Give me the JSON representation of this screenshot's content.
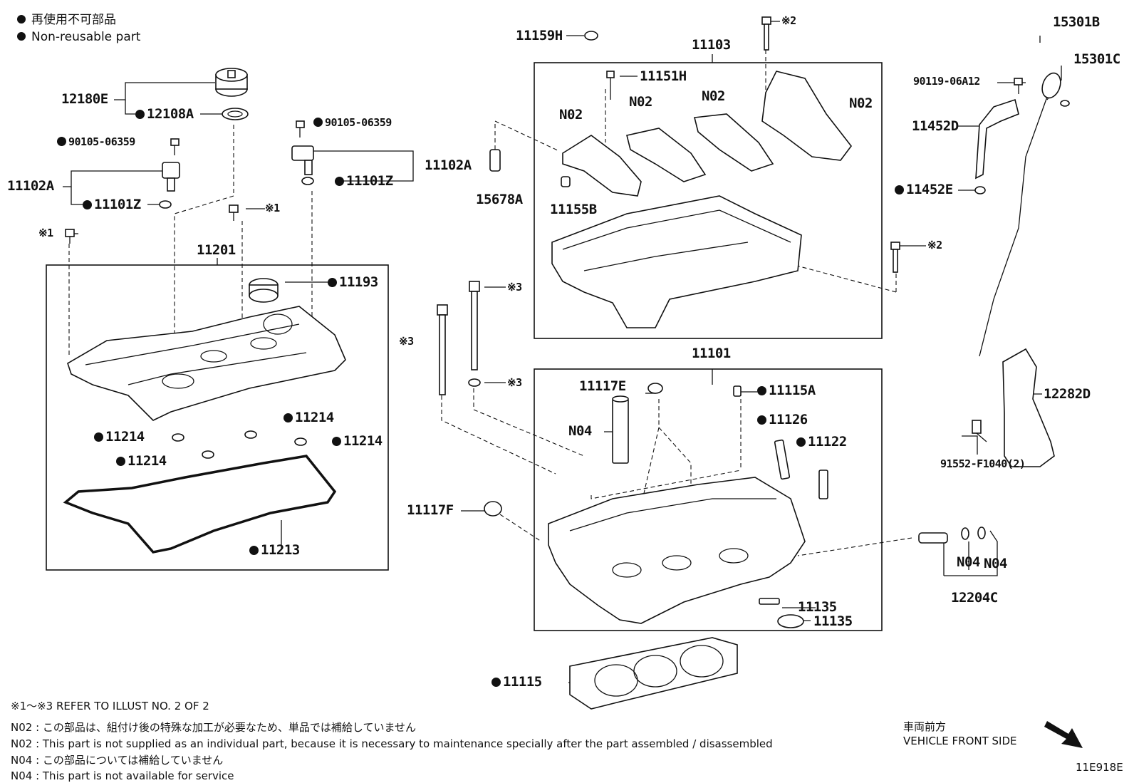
{
  "legend": {
    "jp": "再使用不可部品",
    "en": "Non-reusable part"
  },
  "labels": {
    "p12180E": "12180E",
    "p12108A": "12108A",
    "p90105a": "90105-06359",
    "p90105b": "90105-06359",
    "p11102A_left": "11102A",
    "p11102A_right": "11102A",
    "p11101Z_left": "11101Z",
    "p11101Z_right": "11101Z",
    "ref1_left": "※1",
    "ref1_mid": "※1",
    "p11201": "11201",
    "p11193": "11193",
    "p11214_a": "11214",
    "p11214_b": "11214",
    "p11214_c": "11214",
    "p11214_d": "11214",
    "p11213": "11213",
    "p11159H": "11159H",
    "p11151H": "11151H",
    "p11103": "11103",
    "ref2_top": "※2",
    "ref2_right": "※2",
    "n02_a": "N02",
    "n02_b": "N02",
    "n02_c": "N02",
    "n02_d": "N02",
    "p11155B": "11155B",
    "p15678A": "15678A",
    "ref3_a": "※3",
    "ref3_b": "※3",
    "ref3_c": "※3",
    "p11101": "11101",
    "p11117E": "11117E",
    "p11115A": "11115A",
    "n04_a": "N04",
    "p11126": "11126",
    "p11122": "11122",
    "p11117F": "11117F",
    "p11135_a": "11135",
    "p11135_b": "11135",
    "p11115": "11115",
    "p15301B": "15301B",
    "p15301C": "15301C",
    "p90119": "90119-06A12",
    "p11452D": "11452D",
    "p11452E": "11452E",
    "p12282D": "12282D",
    "p91552": "91552-F1040(2)",
    "n04_b": "N04",
    "n04_c": "N04",
    "p12204C": "12204C"
  },
  "notes": {
    "refer": "※1～※3  REFER TO ILLUST NO. 2 OF 2",
    "n02_jp": "N02 : この部品は、組付け後の特殊な加工が必要なため、単品では補給していません",
    "n02_en": "N02 : This part is not supplied as an individual part, because it is necessary to maintenance specially after the part assembled / disassembled",
    "n04_jp": "N04 : この部品については補給していません",
    "n04_en": "N04 : This part is not available for service"
  },
  "direction": {
    "jp": "車両前方",
    "en": "VEHICLE FRONT SIDE"
  },
  "illust_id": "11E918E"
}
